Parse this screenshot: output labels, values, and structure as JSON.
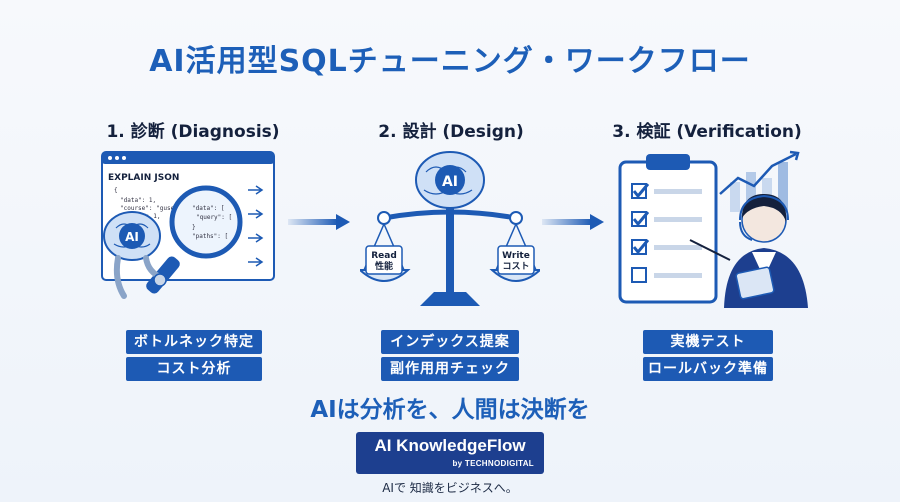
{
  "title": "AI活用型SQLチューニング・ワークフロー",
  "steps": [
    {
      "heading": "1. 診断 (Diagnosis)",
      "tags": [
        "ボトルネック特定",
        "コスト分析"
      ],
      "screen": {
        "header": "EXPLAIN JSON",
        "code_lines": [
          "{",
          "\"data\": 1,",
          "\"course\": \"guse",
          "\"out\": 1,"
        ],
        "lens_lines": [
          "\"data\": [",
          "\"query\": [",
          "}",
          "\"paths\": ["
        ],
        "badge": "AI"
      }
    },
    {
      "heading": "2. 設計 (Design)",
      "tags": [
        "インデックス提案",
        "副作用用チェック"
      ],
      "scale": {
        "badge": "AI",
        "left_pan": [
          "Read",
          "性能"
        ],
        "right_pan": [
          "Write",
          "コスト"
        ]
      }
    },
    {
      "heading": "3. 検証 (Verification)",
      "tags": [
        "実機テスト",
        "ロールバック準備"
      ],
      "checklist": {
        "checked": 3,
        "total": 4
      }
    }
  ],
  "tagline": "AIは分析を、人間は決断を",
  "brand": {
    "name": "AI KnowledgeFlow",
    "by": "by TECHNODIGITAL",
    "tagline": "AIで 知識をビジネスへ。"
  },
  "colors": {
    "primary": "#1d5fb8",
    "tag": "#1d5ab4",
    "brand": "#1d3f8f"
  }
}
